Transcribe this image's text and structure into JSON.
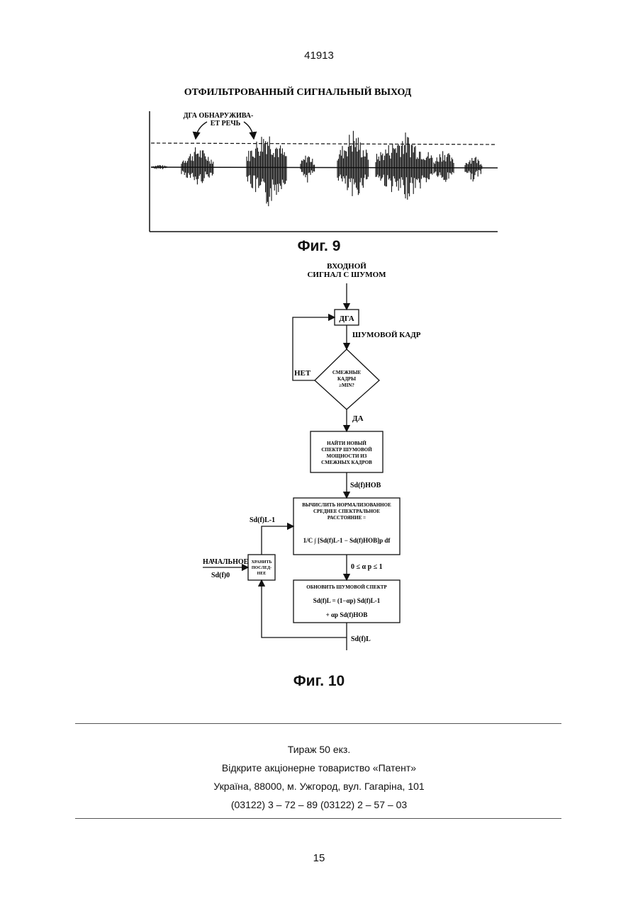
{
  "header": {
    "doc_number": "41913"
  },
  "fig9": {
    "title": "ОТФИЛЬТРОВАННЫЙ СИГНАЛЬНЫЙ ВЫХОД",
    "annotation_line1": "ДГА ОБНАРУЖИВА-",
    "annotation_line2": "ЕТ РЕЧЬ",
    "caption": "Фиг. 9"
  },
  "fig10": {
    "input_line1": "ВХОДНОЙ",
    "input_line2": "СИГНАЛ С ШУМОМ",
    "vad_box": "ДГА",
    "noise_frame_label": "ШУМОВОЙ КАДР",
    "diamond_line1": "СМЕЖНЫЕ",
    "diamond_line2": "КАДРЫ",
    "diamond_line3": "≥MIN?",
    "no_label": "НЕТ",
    "yes_label": "ДА",
    "find_box_line1": "НАЙТИ НОВЫЙ",
    "find_box_line2": "СПЕКТР ШУМОВОЙ",
    "find_box_line3": "МОЩНОСТИ ИЗ",
    "find_box_line4": "СМЕЖНЫХ КАДРОВ",
    "sd_new_label": "Sd(f)НОВ",
    "compute_line1": "ВЫЧИСЛИТЬ НОРМАЛИЗОВАННОЕ",
    "compute_line2": "СРЕДНЕЕ СПЕКТРАЛЬНОЕ",
    "compute_line3": "РАССТОЯНИЕ =",
    "compute_formula": "1/C ∫ [Sd(f)L-1 − Sd(f)НОВ]p df",
    "sd_prev_label": "Sd(f)L-1",
    "range_label": "0 ≤ α p ≤ 1",
    "initial_line1": "НАЧАЛЬНОЕ",
    "initial_line2": "Sd(f)0",
    "store_line1": "ХРАНИТЬ",
    "store_line2": "ПОСЛЕД-",
    "store_line3": "НЕЕ",
    "update_line1": "ОБНОВИТЬ ШУМОВОЙ СПЕКТР",
    "update_line2": "Sd(f)L = (1−αp) Sd(f)L-1",
    "update_line3": "+ αp Sd(f)НОВ",
    "sd_out_label": "Sd(f)L",
    "caption": "Фиг. 10"
  },
  "colophon": {
    "line1": "Тираж 50 екз.",
    "line2": "Відкрите акціонерне товариство «Патент»",
    "line3": "Україна, 88000, м. Ужгород, вул. Гагаріна, 101",
    "line4": "(03122) 3 – 72 – 89   (03122) 2 – 57 – 03"
  },
  "footer": {
    "page_number": "15"
  }
}
